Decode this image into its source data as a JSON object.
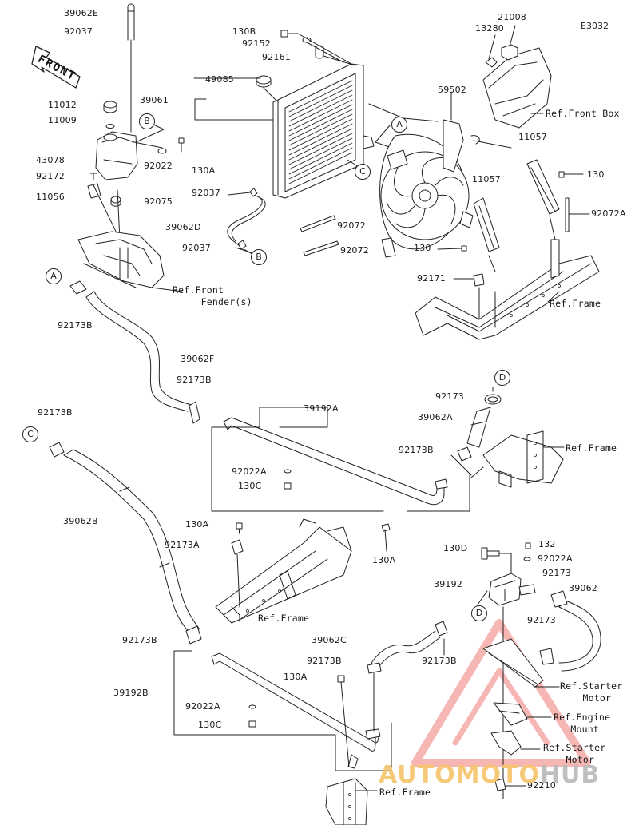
{
  "diagram_code": "E3032",
  "front_label": "FRONT",
  "callouts": {
    "a": "A",
    "b": "B",
    "c": "C",
    "d": "D"
  },
  "parts": {
    "p39062E": "39062E",
    "p92037_top": "92037",
    "p11012": "11012",
    "p11009": "11009",
    "p43078": "43078",
    "p92172": "92172",
    "p11056": "11056",
    "p92022_top": "92022",
    "p130A_top": "130A",
    "p92075": "92075",
    "p49085": "49085",
    "p39061": "39061",
    "p130B": "130B",
    "p92152": "92152",
    "p92161": "92161",
    "p92037_mid": "92037",
    "p39062D": "39062D",
    "p92037_low": "92037",
    "p92072_a": "92072",
    "p92072_b": "92072",
    "p21008": "21008",
    "p13280": "13280",
    "p59502": "59502",
    "p11057_a": "11057",
    "p11057_b": "11057",
    "p130_right": "130",
    "p92072A": "92072A",
    "p130_fan": "130",
    "p92171": "92171",
    "p92173B_a": "92173B",
    "p39062F": "39062F",
    "p92173B_b": "92173B",
    "p39192A": "39192A",
    "p92173_d": "92173",
    "p39062A": "39062A",
    "p92173B_c": "92173B",
    "p92173B_d": "92173B",
    "p92022A_a": "92022A",
    "p130C_a": "130C",
    "p130A_mid": "130A",
    "p39062B": "39062B",
    "p130A_low": "130A",
    "p92173A": "92173A",
    "p130D": "130D",
    "p132": "132",
    "p92022A_b": "92022A",
    "p92173_e": "92173",
    "p39192": "39192",
    "p39062": "39062",
    "p92173_f": "92173",
    "p92173B_e": "92173B",
    "p39062C": "39062C",
    "p92173B_f": "92173B",
    "p130A_bottom": "130A",
    "p92173B_g": "92173B",
    "p39192B": "39192B",
    "p92022A_c": "92022A",
    "p130C_b": "130C",
    "p92210": "92210"
  },
  "refs": {
    "front_box": "Ref.Front Box",
    "front_fender": "Ref.Front\n     Fender(s)",
    "frame_top": "Ref.Frame",
    "frame_mid": "Ref.Frame",
    "frame_low": "Ref.Frame",
    "frame_bottom": "Ref.Frame",
    "starter_motor_a": "Ref.Starter\n    Motor",
    "engine_mount": "Ref.Engine\n   Mount",
    "starter_motor_b": "Ref.Starter\n    Motor"
  },
  "watermark": {
    "main": "AUTOMOTO",
    "suffix": "HUB"
  }
}
